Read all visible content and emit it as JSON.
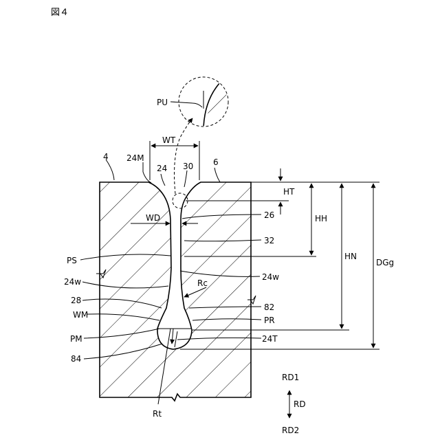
{
  "figure": {
    "title": "図４"
  },
  "labels": {
    "body": "4",
    "surface": "6",
    "groove_mouth": "24M",
    "groove": "24",
    "chamfer": "30",
    "upper_section": "26",
    "narrow_section": "32",
    "wall_right": "24w",
    "wall_left": "24w",
    "bottom_wide": "28",
    "bottom_right": "82",
    "bottom_left": "84",
    "bottom_tip": "24T",
    "enlarged_point": "PU",
    "point_s": "PS",
    "point_r": "PR",
    "point_m": "PM",
    "width_m": "WM",
    "radius_c": "Rc",
    "radius_t": "Rt",
    "width_top": "WT",
    "width_d": "WD",
    "height_t": "HT",
    "height_h": "HH",
    "height_n": "HN",
    "depth": "DGg",
    "dir_1": "RD1",
    "dir": "RD",
    "dir_2": "RD2"
  }
}
